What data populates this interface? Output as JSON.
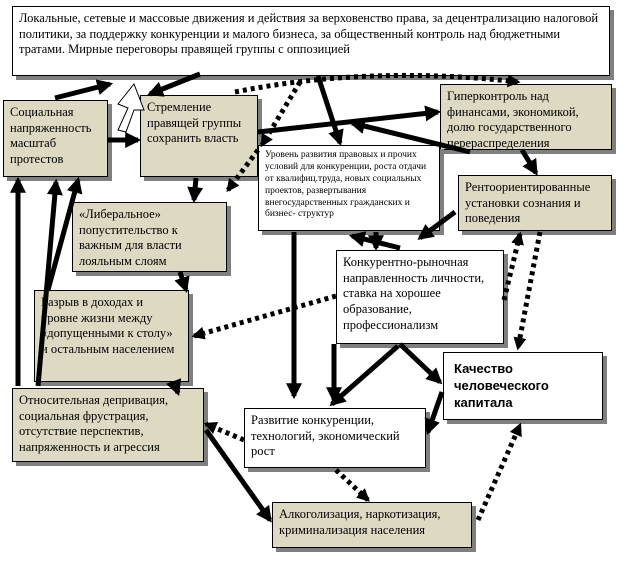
{
  "nodes": {
    "movements": "Локальные, сетевые и массовые движения и действия за верховенство права, за децентрализацию налоговой политики, за поддержку конкуренции и малого бизнеса, за общественный контроль над бюджетными тратами. Мирные переговоры правящей группы с оппозицией",
    "tension": "Социальная напряженность масштаб протестов",
    "desire": "Стремление правящей группы сохранить власть",
    "hypercontrol": "Гиперконтроль над финансами, экономикой, долю государственного перераспределения",
    "development_level": "Уровень развития правовых и прочих условий для конкуренции, роста отдачи от квалифиц.труда, новых социальных проектов, развертывания внегосударственных гражданских и бизнес- структур",
    "rent": "Рентоориентированные установки сознания и поведения",
    "liberal": "«Либеральное» попустительство к важным для власти лояльным слоям",
    "competitive": "Конкурентно-рыночная направленность личности, ставка на хорошее образование, профессионализм",
    "gap": "Разрыв в доходах и уровне жизни между «допущенными к столу» и остальным населением",
    "human_capital": "Качество человеческого капитала",
    "deprivation": "Относительная депривация, социальная фрустрация, отсутствие перспектив, напряженность и агрессия",
    "competition_dev": "Развитие конкуренции, технологий, экономический рост",
    "alcohol": "Алкоголизация, наркотизация, криминализация населения"
  },
  "style": {
    "node_fill": "#ddd9c3",
    "shadow": "#7f7f7f",
    "arrow": "#000000"
  }
}
